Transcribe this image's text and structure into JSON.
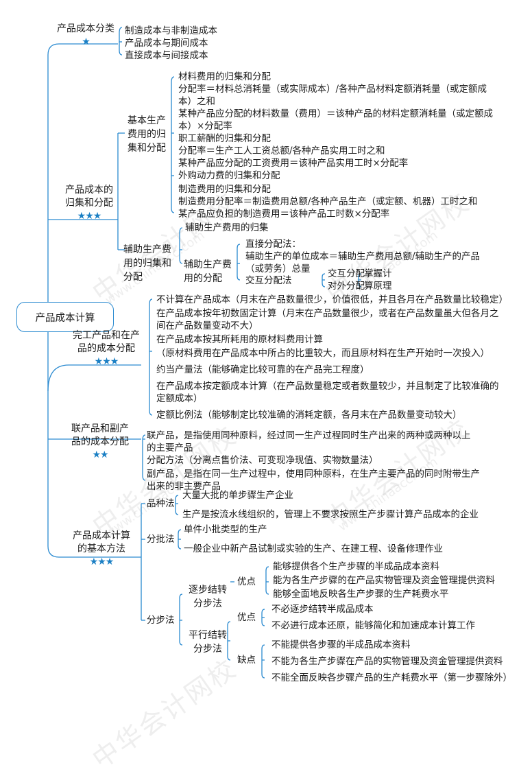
{
  "watermark": {
    "cn": "中华会计网校",
    "url": "www.chinaacc.com"
  },
  "root": "产品成本计算",
  "stars": {
    "one": "★",
    "two": "★★",
    "three": "★★★"
  },
  "s1": {
    "title": "产品成本分类",
    "items": [
      "制造成本与非制造成本",
      "产品成本与期间成本",
      "直接成本与间接成本"
    ]
  },
  "s2": {
    "title": [
      "产品成本的",
      "归集和分配"
    ],
    "basic": {
      "title": [
        "基本生产",
        "费用的归",
        "集和分配"
      ],
      "lines": [
        "材料费用的归集和分配",
        "分配率＝材料总消耗量（或实际成本）/各种产品材料定额消耗量（或定额成",
        "本）之和",
        "某种产品应分配的材料数量（费用）＝该种产品的材料定额消耗量（或定额成",
        "本）×分配率",
        "职工薪酬的归集和分配",
        "分配率＝生产工人工资总额/各种产品实用工时之和",
        "某种产品应分配的工资费用＝该种产品实用工时×分配率",
        "外购动力费的归集和分配",
        "制造费用的归集和分配",
        "制造费用分配率＝制造费用总额/各种产品生产（或定额、机器）工时之和",
        "某产品应负担的制造费用＝该种产品工时数×分配率"
      ]
    },
    "aux": {
      "title": [
        "辅助生产费",
        "用的归集和",
        "分配"
      ],
      "collect": "辅助生产费用的归集",
      "alloc": {
        "title": [
          "辅助生产费",
          "用的分配"
        ],
        "direct": [
          "直接分配法：",
          "辅助生产的单位成本＝辅助生产费用总额/辅助生产的产品",
          "（或劳务）总量"
        ],
        "cross": "交互分配法",
        "cross_items": [
          "交互分配",
          "对外分配"
        ],
        "notes": [
          "掌握计",
          "算原理"
        ]
      }
    }
  },
  "s3": {
    "title": [
      "完工产品和在产",
      "品的成本分配"
    ],
    "lines": [
      "不计算在产品成本（月末在产品数量很少，价值很低，并且各月在产品数量比较稳定）",
      "在产品成本按年初数固定计算（月末在产品数量很少，或者在产品数量虽大但各月之",
      "间在产品数量变动不大）",
      "在产品成本按其所耗用的原材料费用计算",
      "（原材料费用在产品成本中所占的比重较大，而且原材料在生产开始时一次投入）",
      "约当产量法（能够确定比较可靠的在产品完工程度）",
      "在产品成本按定额成本计算（在产品数量稳定或者数量较少，并且制定了比较准确的",
      "定额成本）",
      "定额比例法（能够制定比较准确的消耗定额，各月末在产品数量变动较大）"
    ]
  },
  "s4": {
    "title": [
      "联产品和副产",
      "品的成本分配"
    ],
    "lines": [
      "联产品，是指使用同种原料，经过同一生产过程同时生产出来的两种或两种以上",
      "的主要产品",
      "分配方法（分离点售价法、可变现净现值、实物数量法）",
      "副产品，是指在同一生产过程中，使用同种原料，在生产主要产品的同时附带生产",
      "出来的非主要产品"
    ]
  },
  "s5": {
    "title": [
      "产品成本计算",
      "的基本方法"
    ],
    "variety": {
      "title": "品种法",
      "items": [
        "大量大批的单步骤生产企业",
        "生产是按流水线组织的，管理上不要求按照生产步骤计算产品成本的企业"
      ]
    },
    "batch": {
      "title": "分批法",
      "items": [
        "单件小批类型的生产",
        "一般企业中新产品试制或实验的生产、在建工程、设备修理作业"
      ]
    },
    "step": {
      "title": "分步法",
      "cum": {
        "title": [
          "逐步结转",
          "分步法"
        ],
        "adv": "优点",
        "adv_items": [
          "能够提供各个生产步骤的半成品成本资料",
          "能为各生产步骤的在产品实物管理及资金管理提供资料",
          "能够全面地反映各生产步骤的生产耗费水平"
        ]
      },
      "par": {
        "title": [
          "平行结转",
          "分步法"
        ],
        "adv": "优点",
        "adv_items": [
          "不必逐步结转半成品成本",
          "不必进行成本还原，能够简化和加速成本计算工作"
        ],
        "dis": "缺点",
        "dis_items": [
          "不能提供各步骤的半成品成本资料",
          "不能为各生产步骤在产品的实物管理及资金管理提供资料",
          "不能全面反映各步骤产品的生产耗费水平（第一步骤除外）"
        ]
      }
    }
  }
}
